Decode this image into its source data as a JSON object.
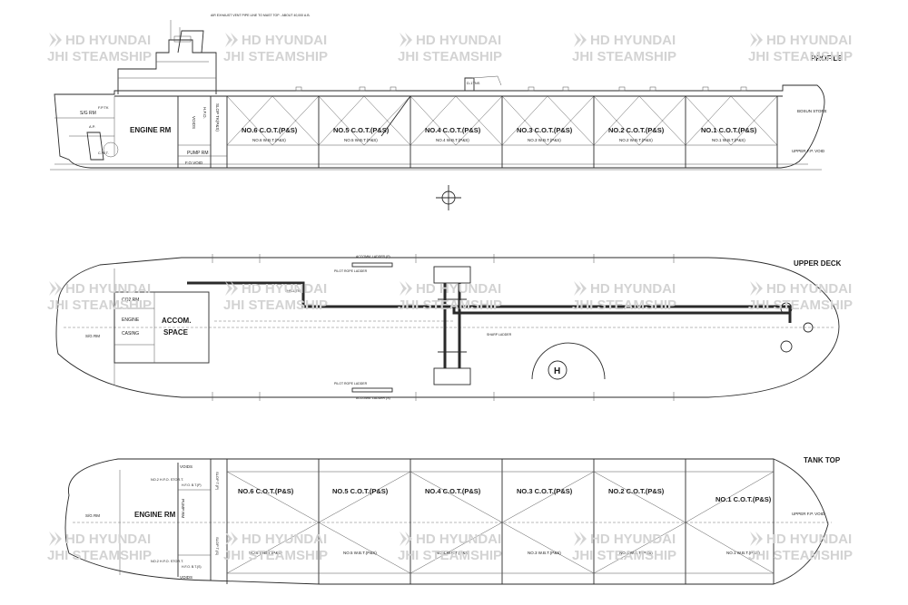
{
  "brand_color": "#d3d3d3",
  "line_color": "#2a2a2a",
  "watermark": {
    "line1": "HD HYUNDAI",
    "line2": "JHI STEAMSHIP",
    "icon": "hd-hyundai-logo-icon"
  },
  "profile": {
    "title": "PROFILE",
    "note": "AIR EXHAUST VENT PIPE LINE TO MAST TOP - ABOUT 40,000 A.B.",
    "engine_room": "ENGINE RM",
    "sg_room": "S/G RM",
    "pump_room": "PUMP RM",
    "voids": "VOIDS",
    "fo_void": "F.O.VOID",
    "slop_tank": "SLOP TK(P&S)",
    "hfo": "H.F.O.",
    "fp_tank": "F.P.TK",
    "ap_tank": "A.P.",
    "cwt": "C.W.T.",
    "bosun_store": "BOSUN STORE",
    "upper_fp_void": "UPPER F.P. VOID",
    "derrick": "D-1TNS",
    "tanks": [
      {
        "cot": "NO.6 C.O.T.(P&S)",
        "wbt": "NO.6 W.B.T.(P&S)"
      },
      {
        "cot": "NO.5 C.O.T.(P&S)",
        "wbt": "NO.5 W.B.T.(P&S)"
      },
      {
        "cot": "NO.4 C.O.T.(P&S)",
        "wbt": "NO.4 W.B.T.(P&S)"
      },
      {
        "cot": "NO.3 C.O.T.(P&S)",
        "wbt": "NO.3 W.B.T.(P&S)"
      },
      {
        "cot": "NO.2 C.O.T.(P&S)",
        "wbt": "NO.2 W.B.T.(P&S)"
      },
      {
        "cot": "NO.1 C.O.T.(P&S)",
        "wbt": "NO.1 W.B.T.(P&S)"
      }
    ]
  },
  "upper_deck": {
    "title": "UPPER DECK",
    "co2_room": "CO2 RM",
    "engine_casing_1": "ENGINE",
    "engine_casing_2": "CASING",
    "accom_1": "ACCOM.",
    "accom_2": "SPACE",
    "sg_rm": "S/G RM",
    "accom_ladder_p": "ACCOMM. LADDER (P)",
    "accom_ladder_s": "ACCOMM. LADDER (S)",
    "pilot_rope_ladder": "PILOT ROPE LADDER",
    "inlet_rope_ladder": "PILOT ROPE LADDER",
    "sharp_ladder": "SHARP LADDER",
    "shell_tank": "SHELL TNK",
    "heli_mark": "H"
  },
  "tank_top": {
    "title": "TANK TOP",
    "engine_room": "ENGINE RM",
    "sg_room": "S/G RM",
    "pump_room": "PUMP RM",
    "voids_top": "VOIDS",
    "voids_bottom": "VOIDS",
    "hfo_stor_1": "NO.2 H.F.O. STOR.T.",
    "hfo_stor_2": "NO.2 H.F.O. STOR.T.",
    "hfo_p": "H.F.O. B.T.(P)",
    "hfo_s": "H.F.O. B.T.(S)",
    "slop_p": "SLOP T.(P)",
    "slop_s": "SLOP T.(S)",
    "upper_fp_void": "UPPER F.P. VOID",
    "cot": [
      "NO.6 C.O.T.(P&S)",
      "NO.5 C.O.T.(P&S)",
      "NO.4 C.O.T.(P&S)",
      "NO.3 C.O.T.(P&S)",
      "NO.2 C.O.T.(P&S)",
      "NO.1 C.O.T.(P&S)"
    ],
    "wbt": [
      "NO.6 W.B.T.(P&S)",
      "NO.5 W.B.T.(P&S)",
      "NO.4 W.B.T.(P&S)",
      "NO.3 W.B.T.(P&S)",
      "NO.2 W.B.T.(P&S)",
      "NO.1 W.B.T.(P&S)"
    ]
  }
}
